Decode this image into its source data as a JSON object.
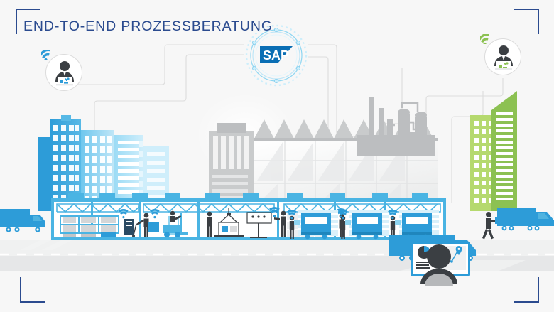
{
  "page": {
    "title": "END-TO-END PROZESSBERATUNG",
    "language": "de",
    "kind": "infographic-illustration"
  },
  "colors": {
    "background": "#f7f7f7",
    "title_navy": "#2b4b8f",
    "bracket_navy": "#2b4b8f",
    "primary_blue": "#2d9cd8",
    "light_blue": "#7ecdf0",
    "pale_blue": "#bfe6f7",
    "sap_blue": "#0a6eb4",
    "building_gray": "#c9cbcc",
    "dark_figure": "#3b3f43",
    "green_light": "#b5d96e",
    "green_dark": "#8cc152",
    "road_gray": "#e6e7e8",
    "connector_gray": "#dcdcdc"
  },
  "brackets": [
    {
      "name": "top-left",
      "label": "corner-bracket"
    },
    {
      "name": "top-right",
      "label": "corner-bracket"
    },
    {
      "name": "bottom-left",
      "label": "corner-bracket"
    },
    {
      "name": "bottom-right",
      "label": "corner-bracket"
    }
  ],
  "emblem": {
    "name": "sap-logo",
    "text": "SAP",
    "ring_style": "dotted-concentric-rings",
    "color": "#0a6eb4"
  },
  "avatars": [
    {
      "id": "left",
      "name": "consultant-avatar-left",
      "icon": "person-with-laptop-icon",
      "wifi": "wifi-icon",
      "wifi_color": "#2d9cd8",
      "screen_color": "#2d9cd8"
    },
    {
      "id": "right",
      "name": "consultant-avatar-right",
      "icon": "person-with-laptop-icon",
      "wifi": "wifi-icon",
      "wifi_color": "#8cc152",
      "screen_color": "#8cc152"
    }
  ],
  "scene": {
    "skyline_left": [
      {
        "name": "tower-blue-tall",
        "color": "#2d9cd8",
        "windows": "grid"
      },
      {
        "name": "tower-blue-mid",
        "color": "#7ecdf0",
        "windows": "grid"
      },
      {
        "name": "tower-blue-slim",
        "color": "#bfe6f7",
        "windows": "grid"
      }
    ],
    "factory": {
      "name": "factory-building",
      "roof": "sawtooth",
      "facade": "glass-curtain-wall",
      "color": "#c9cbcc"
    },
    "industrial": {
      "name": "industrial-plant",
      "elements": [
        "smokestack-tall",
        "smokestack-short",
        "storage-tank",
        "distillation-tower",
        "piping"
      ],
      "color": "#bcbec0"
    },
    "skyline_right": [
      {
        "name": "tower-green-light",
        "color": "#b5d96e",
        "windows": "grid"
      },
      {
        "name": "tower-green-dark",
        "color": "#8cc152",
        "windows": "stripes"
      }
    ],
    "warehouse": {
      "name": "smart-warehouse",
      "bays": [
        {
          "name": "bay-storage-racks",
          "contents": [
            "shelving-racks",
            "pallet-boxes",
            "worker-pulling-cart",
            "server-cabinet",
            "wifi-icon"
          ]
        },
        {
          "name": "bay-forklift",
          "contents": [
            "forklift",
            "worker-driver",
            "pallet",
            "wifi-icon"
          ]
        },
        {
          "name": "bay-assembly",
          "contents": [
            "crane-hoist",
            "crate",
            "control-panel",
            "worker-operator",
            "worker-inspector",
            "wifi-icon"
          ]
        },
        {
          "name": "bay-inventory-wall",
          "contents": [
            "storage-wall",
            "worker",
            "wifi-icon"
          ]
        },
        {
          "name": "bay-loading-dock-1",
          "contents": [
            "delivery-truck",
            "worker-with-tablet",
            "wifi-icon"
          ]
        },
        {
          "name": "bay-loading-dock-2",
          "contents": [
            "delivery-truck",
            "worker-with-tablet",
            "wifi-icon"
          ]
        },
        {
          "name": "bay-loading-dock-3",
          "contents": [
            "delivery-truck",
            "worker-with-tablet",
            "wifi-icon"
          ]
        }
      ]
    },
    "road": {
      "name": "roadway",
      "lane_marking": "dashed-white",
      "vehicles": [
        {
          "name": "delivery-truck-left",
          "direction": "right",
          "color": "#2d9cd8"
        },
        {
          "name": "semi-truck-right",
          "direction": "right",
          "color": "#2d9cd8"
        },
        {
          "name": "delivery-truck-far-right",
          "direction": "right",
          "color": "#2d9cd8"
        }
      ]
    },
    "people": [
      {
        "name": "worker-carrying-box",
        "color": "#3b3f43"
      },
      {
        "name": "analyst-at-dashboard",
        "color": "#3b3f43"
      }
    ],
    "dashboard": {
      "name": "analytics-dashboard-screen",
      "widgets": [
        "pie-chart",
        "bar-list",
        "route-map",
        "map-pin"
      ],
      "frame_color": "#2d9cd8"
    },
    "connectors": {
      "name": "network-connector-lines",
      "style": "orthogonal-rounded",
      "color": "#dcdcdc"
    }
  }
}
